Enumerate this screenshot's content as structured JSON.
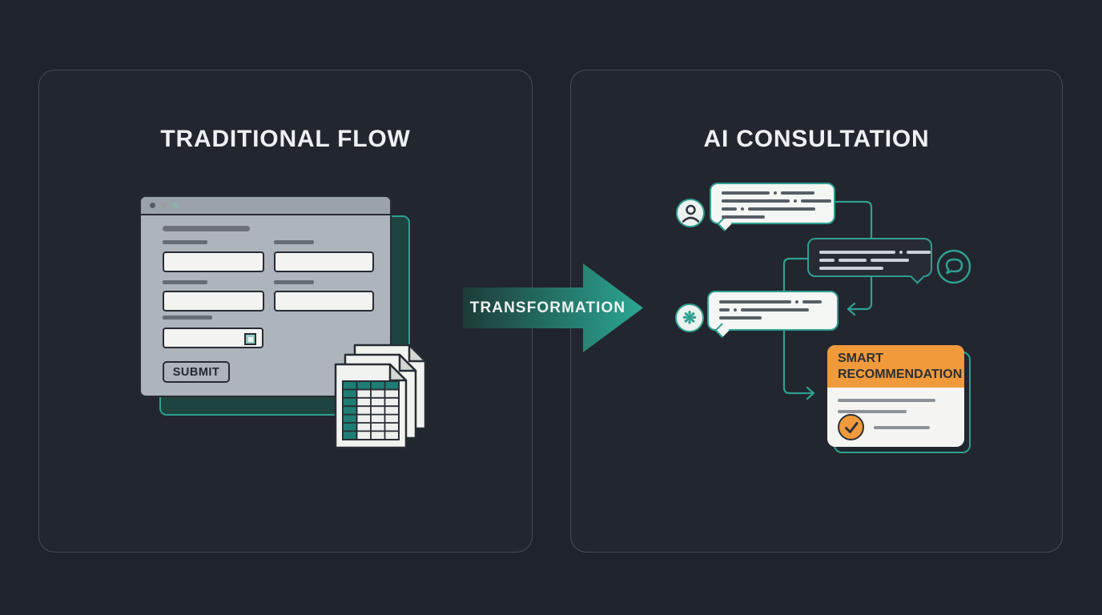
{
  "left_panel": {
    "title": "TRADITIONAL FLOW",
    "form": {
      "submit_label": "SUBMIT"
    }
  },
  "transformation": {
    "label": "TRANSFORMATION"
  },
  "right_panel": {
    "title": "AI CONSULTATION",
    "card": {
      "title": "SMART RECOMMENDATION"
    }
  },
  "icons": {
    "window_dots": "three-window-control-dots",
    "documents": "stacked-spreadsheet-pages",
    "user_avatar": "person-silhouette",
    "ai_avatar_glyph": "❋",
    "chat_bubble": "speech-bubble-in-circle",
    "check": "checkmark"
  },
  "colors": {
    "background": "#1F232A",
    "panel_border": "#464C55",
    "teal_accent": "#2FA091",
    "teal_dark_fill": "#1D443E",
    "arrow_gradient_start": "#1D3B37",
    "arrow_gradient_end": "#2BA793",
    "orange_accent": "#F09A3C",
    "window_gray": "#AEB4BC",
    "bubble_dark": "#272C34",
    "ink_dark": "#272C33"
  }
}
